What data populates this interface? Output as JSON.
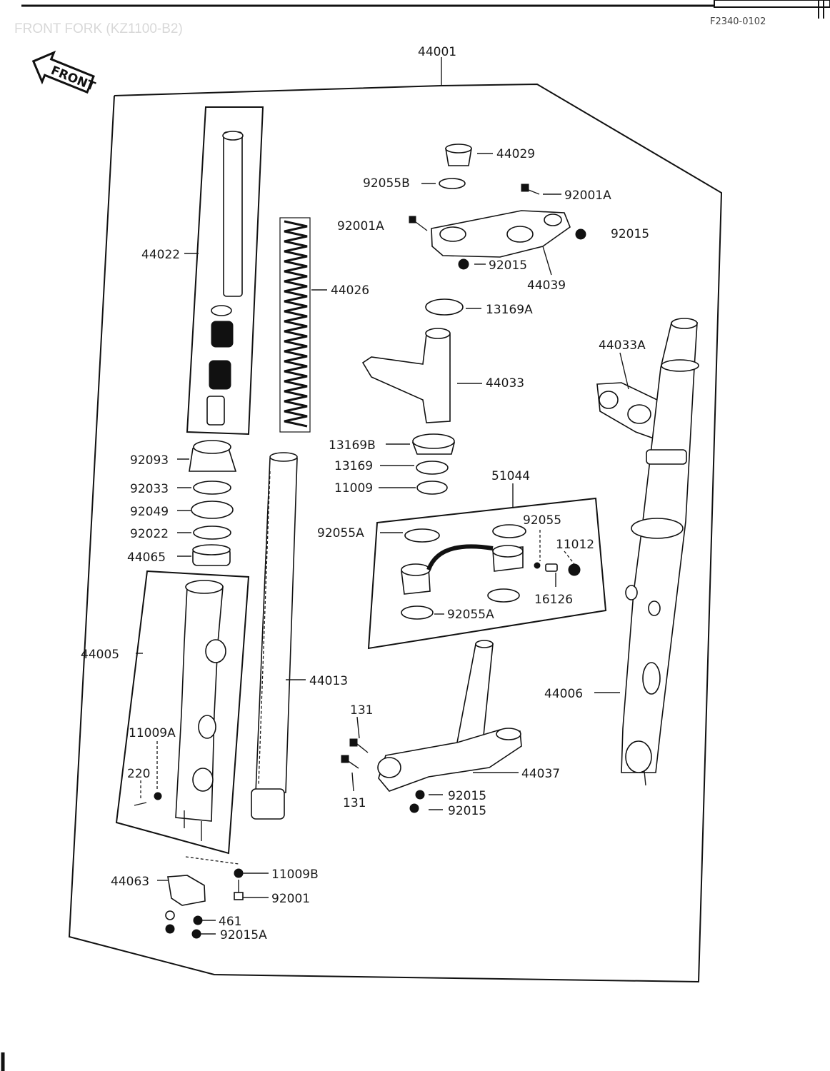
{
  "header": {
    "title": "FRONT FORK (KZ1100-B2)",
    "figure_code": "F2340-0102",
    "direction_label": "FRONT"
  },
  "parts": {
    "assembly": "44001",
    "p44029": "44029",
    "p92055B": "92055B",
    "p92001A_r": "92001A",
    "p92001A_l": "92001A",
    "p92015_r": "92015",
    "p92015_c": "92015",
    "p44039": "44039",
    "p44022": "44022",
    "p44026": "44026",
    "p13169A": "13169A",
    "p44033A": "44033A",
    "p44033": "44033",
    "p13169B": "13169B",
    "p13169": "13169",
    "p11009": "11009",
    "p51044": "51044",
    "p92093": "92093",
    "p92033": "92033",
    "p92049": "92049",
    "p92022": "92022",
    "p44065": "44065",
    "p92055A_l": "92055A",
    "p92055": "92055",
    "p11012": "11012",
    "p16126": "16126",
    "p92055A_b": "92055A",
    "p44005": "44005",
    "p44013": "44013",
    "p44006": "44006",
    "p11009A": "11009A",
    "p220": "220",
    "p131_t": "131",
    "p131_b": "131",
    "p44037": "44037",
    "p92015_a": "92015",
    "p92015_b": "92015",
    "p44063": "44063",
    "p11009B": "11009B",
    "p92001": "92001",
    "p461": "461",
    "p92015A": "92015A"
  }
}
